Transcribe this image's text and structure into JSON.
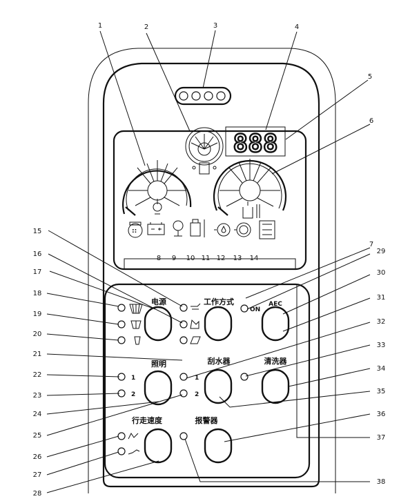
{
  "display": {
    "digits": "888",
    "eye_count": 4
  },
  "panel": {
    "power_label": "电源",
    "mode_label": "工作方式",
    "aec_label": "AEC",
    "on_label": "ON",
    "light_label": "照明",
    "wiper_label": "刮水器",
    "washer_label": "清洗器",
    "travel_label": "行走速度",
    "alarm_label": "报警器",
    "light_1": "1",
    "light_2": "2",
    "wiper_1": "1",
    "wiper_2": "2"
  },
  "callouts": {
    "n1": "1",
    "n2": "2",
    "n3": "3",
    "n4": "4",
    "n5": "5",
    "n6": "6",
    "n7": "7",
    "n8": "8",
    "n9": "9",
    "n10": "10",
    "n11": "11",
    "n12": "12",
    "n13": "13",
    "n14": "14",
    "n15": "15",
    "n16": "16",
    "n17": "17",
    "n18": "18",
    "n19": "19",
    "n20": "20",
    "n21": "21",
    "n22": "22",
    "n23": "23",
    "n24": "24",
    "n25": "25",
    "n26": "26",
    "n27": "27",
    "n28": "28",
    "n29": "29",
    "n30": "30",
    "n31": "31",
    "n32": "32",
    "n33": "33",
    "n34": "34",
    "n35": "35",
    "n36": "36",
    "n37": "37",
    "n38": "38"
  }
}
